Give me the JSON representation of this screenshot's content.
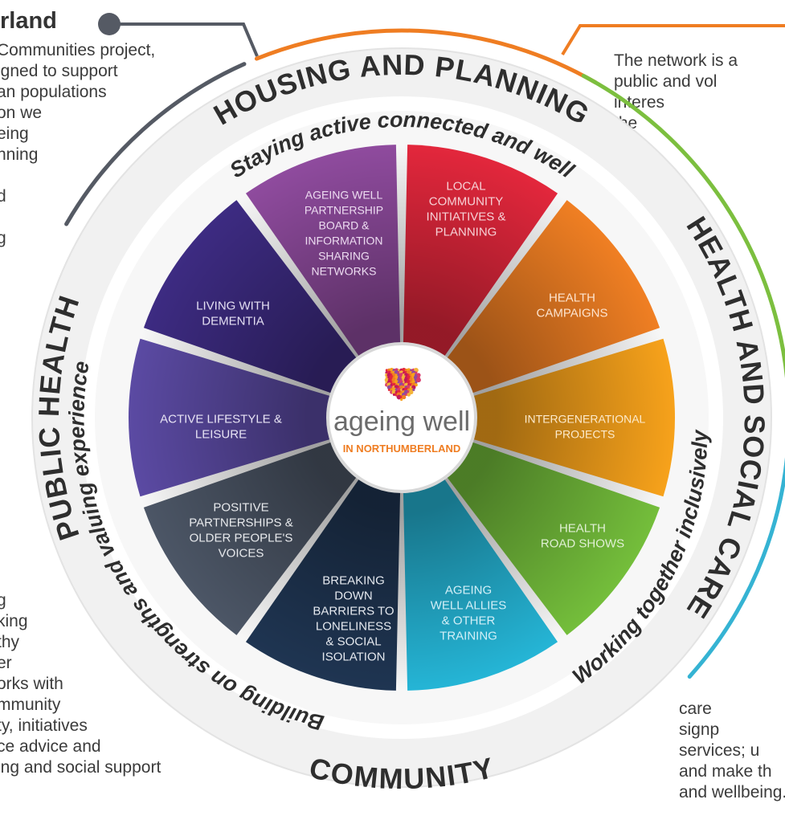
{
  "left_panel": {
    "title": "rland",
    "top_lines": "Communities project,\nigned to support\nan populations\non we\neing\nnning\n\nd\n\ng",
    "bottom_lines": "g\nking\nthy\ner\norks with\nmmunity\nty, initiatives\nce advice and\ning and social support"
  },
  "right_panel": {
    "top_lines": "The network is a\npublic and vol\ninteres\nthe\nco\ng",
    "bottom_lines": "care\nsignp\nservices; u\nand make th\nand wellbeing."
  },
  "outer_ring": {
    "top": "HOUSING AND PLANNING",
    "right": "HEALTH AND SOCIAL CARE",
    "bottom": "COMMUNITY",
    "left": "PUBLIC HEALTH"
  },
  "inner_ring": {
    "top": "Staying active connected and well",
    "right": "Working together inclusively",
    "left": "Building on strengths and valuing experience"
  },
  "segments": [
    {
      "lines": [
        "LOCAL",
        "COMMUNITY",
        "INITIATIVES &",
        "PLANNING"
      ],
      "color": "#e3273c",
      "text_color": "#f6d0d5"
    },
    {
      "lines": [
        "HEALTH",
        "CAMPAIGNS"
      ],
      "color": "#f07f23",
      "text_color": "#fde4cf"
    },
    {
      "lines": [
        "INTERGENERATIONAL",
        "PROJECTS"
      ],
      "color": "#f7a21b",
      "text_color": "#fdebcd"
    },
    {
      "lines": [
        "HEALTH",
        "ROAD SHOWS"
      ],
      "color": "#74be3b",
      "text_color": "#e0f0d4"
    },
    {
      "lines": [
        "AGEING",
        "WELL ALLIES",
        "& OTHER",
        "TRAINING"
      ],
      "color": "#25b5d6",
      "text_color": "#d2eff7"
    },
    {
      "lines": [
        "BREAKING",
        "DOWN",
        "BARRIERS TO",
        "LONELINESS",
        "& SOCIAL",
        "ISOLATION"
      ],
      "color": "#1f3552",
      "text_color": "#e4e8ee"
    },
    {
      "lines": [
        "POSITIVE",
        "PARTNERSHIPS &",
        "OLDER PEOPLE'S",
        "VOICES"
      ],
      "color": "#4c5666",
      "text_color": "#e7e9ec"
    },
    {
      "lines": [
        "ACTIVE LIFESTYLE &",
        "LEISURE"
      ],
      "color": "#5b4aa3",
      "text_color": "#e7e3f4"
    },
    {
      "lines": [
        "LIVING WITH",
        "DEMENTIA"
      ],
      "color": "#3d2b82",
      "text_color": "#e3def2"
    },
    {
      "lines": [
        "AGEING WELL",
        "PARTNERSHIP",
        "BOARD &",
        "INFORMATION",
        "SHARING",
        "NETWORKS"
      ],
      "color": "#8f4b9e",
      "text_color": "#eddcf1"
    }
  ],
  "logo": {
    "word": "ageing well",
    "sub": "IN NORTHUMBERLAND"
  },
  "colors": {
    "ring_bg": "#f1f1f1",
    "ring_text": "#2e2e2e",
    "orange_arc": "#ef7d22",
    "green_arc": "#7cbf3f",
    "blue_arc": "#35b3d3",
    "connector": "#555a64",
    "logo_orange": "#ef7d22",
    "logo_text": "#6b6b6b"
  }
}
